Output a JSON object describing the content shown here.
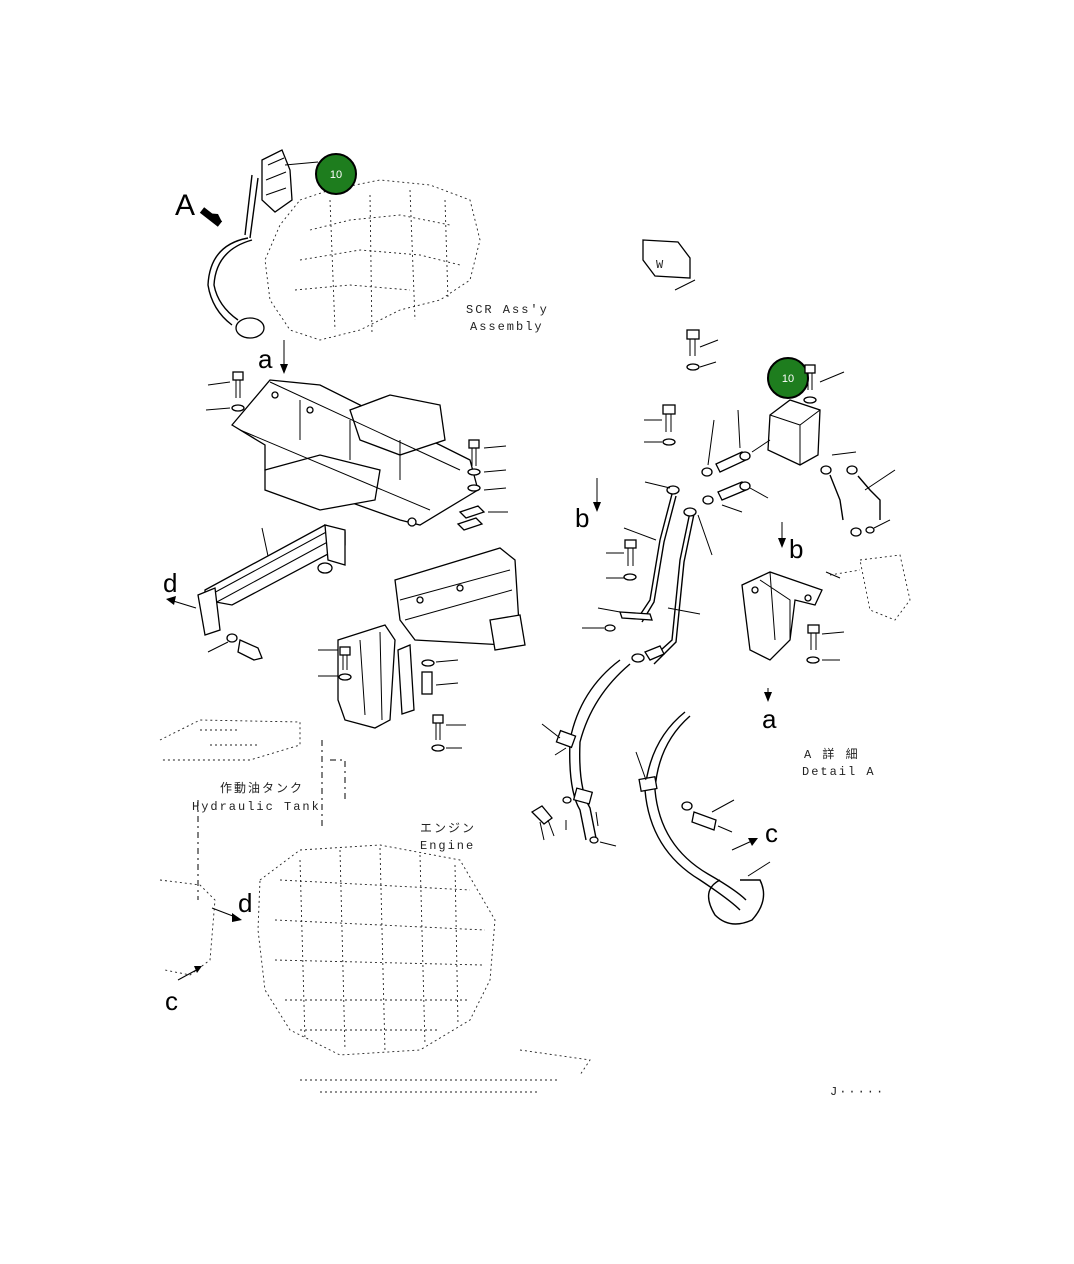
{
  "diagram": {
    "callouts": [
      {
        "id": "callout-10-top",
        "number": "10"
      },
      {
        "id": "callout-10-right",
        "number": "10"
      }
    ],
    "view_letters": {
      "A": "A",
      "a_top": "a",
      "a_right": "a",
      "b_left": "b",
      "b_right": "b",
      "c_right": "c",
      "c_left": "c",
      "d_left": "d",
      "d_bottom": "d"
    },
    "annotations": {
      "scr_line1": "SCR Ass'y",
      "scr_line2": "Assembly",
      "detail_jp": "A 詳 細",
      "detail_en": "Detail A",
      "tank_jp": "作動油タンク",
      "tank_en": "Hydraulic Tank",
      "engine_jp": "エンジン",
      "engine_en": "Engine",
      "drawing_no": "J·····",
      "label_w": "W"
    },
    "colors": {
      "callout_fill": "#1e7d1e",
      "callout_ring": "#000000",
      "line": "#000000"
    }
  }
}
